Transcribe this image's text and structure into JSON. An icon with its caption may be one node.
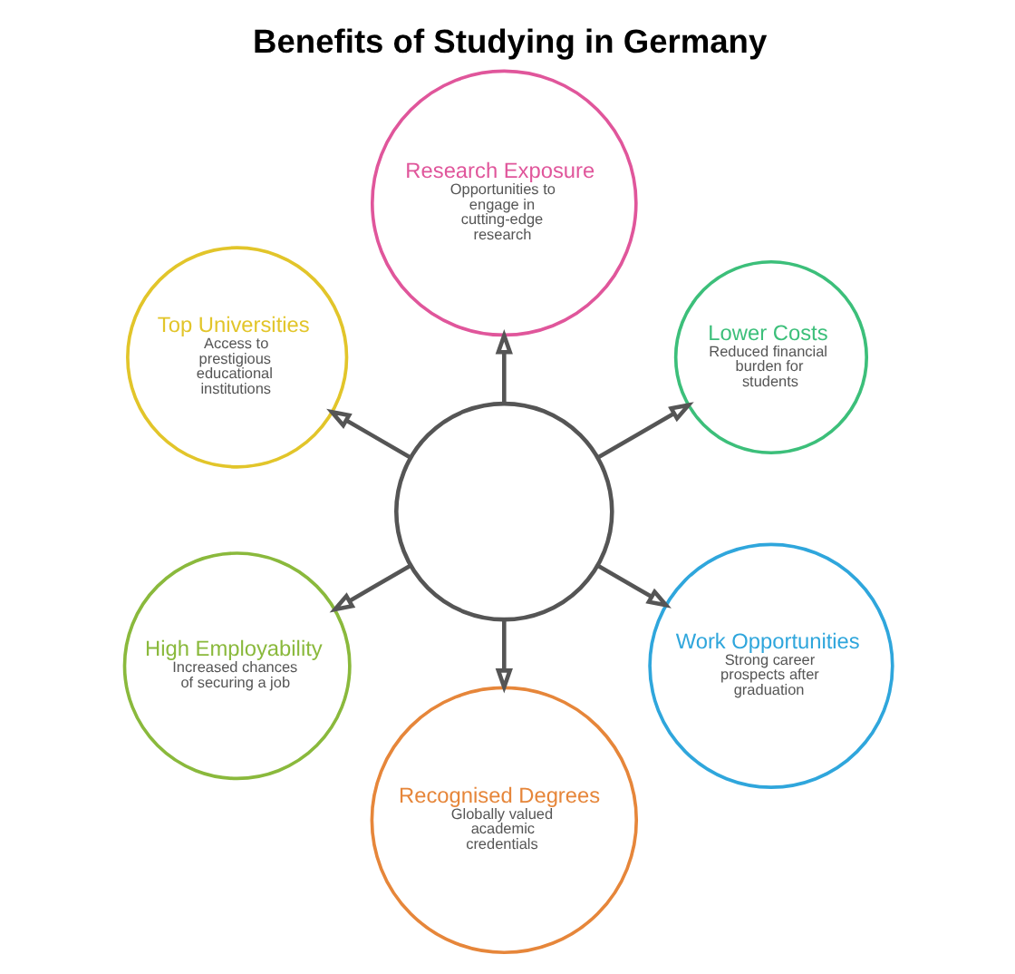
{
  "diagram": {
    "title": "Benefits of Studying in Germany",
    "nodes": [
      {
        "text": [
          "Lower Costs",
          "Reduced financial burden for students"
        ]
      },
      {
        "text": [
          "Research Exposure",
          "Opportunities to engage in cutting-edge research"
        ]
      },
      {
        "text": [
          "Top Universities",
          "Access to prestigious educational institutions"
        ]
      },
      {
        "text": [],
        "shape": "circle"
      },
      {
        "text": [
          "High Employability",
          "Increased chances of securing a job"
        ]
      },
      {
        "text": [
          "Recognised Degrees",
          "Globally valued academic credentials"
        ]
      },
      {
        "text": [
          "Work Opportunities",
          "Strong career prospects after graduation"
        ]
      }
    ],
    "edges": [
      {
        "from": 3,
        "to": 0,
        "arrow": "to"
      },
      {
        "from": 3,
        "to": 2,
        "arrow": "to"
      },
      {
        "from": 3,
        "to": 5,
        "arrow": "to"
      },
      {
        "from": 3,
        "to": 6,
        "arrow": "to"
      },
      {
        "from": 3,
        "to": 4,
        "arrow": "to"
      },
      {
        "from": 3,
        "to": 1,
        "arrow": "to"
      }
    ]
  }
}
